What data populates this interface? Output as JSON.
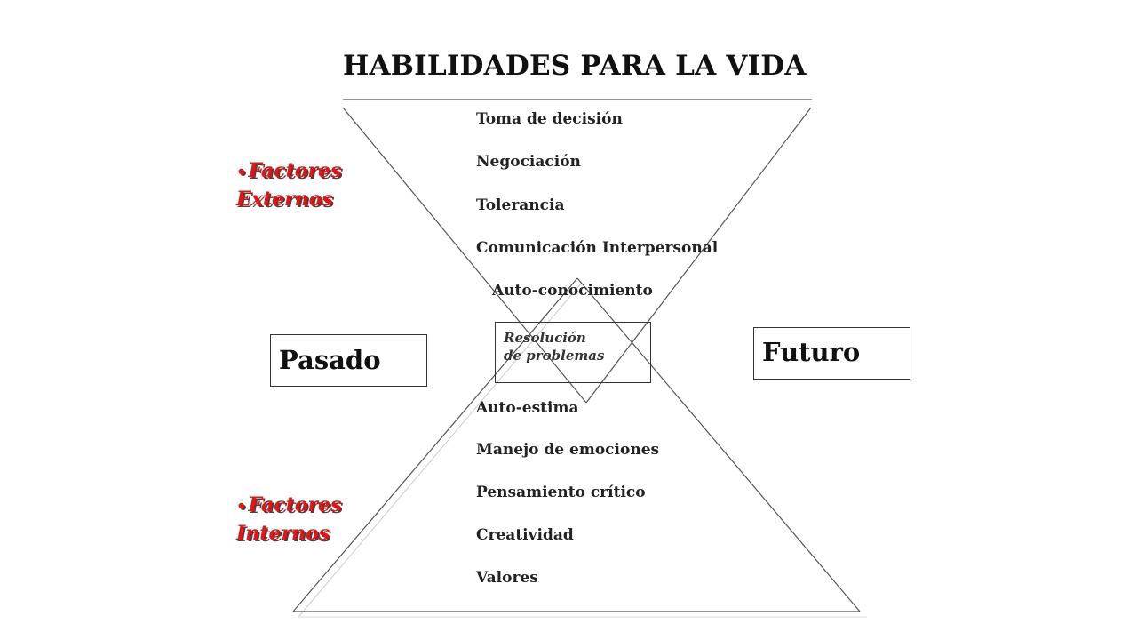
{
  "title": "HABILIDADES PARA LA VIDA",
  "upper_items": [
    "Toma de decisión",
    "Negociación",
    "Tolerancia",
    "Comunicación Interpersonal",
    "Auto-conocimiento"
  ],
  "center": {
    "line1": "Resolución",
    "line2": "de problemas"
  },
  "lower_items": [
    "Auto-estima",
    "Manejo de emociones",
    "Pensamiento crítico",
    "Creatividad",
    "Valores"
  ],
  "left_box": "Pasado",
  "right_box": "Futuro",
  "factors": {
    "bullet": "•",
    "external_line1": "Factores",
    "external_line2": "Externos",
    "internal_line1": "Factores",
    "internal_line2": "Internos"
  },
  "colors": {
    "factor_text": "#ee1111",
    "lines": "#555555"
  }
}
